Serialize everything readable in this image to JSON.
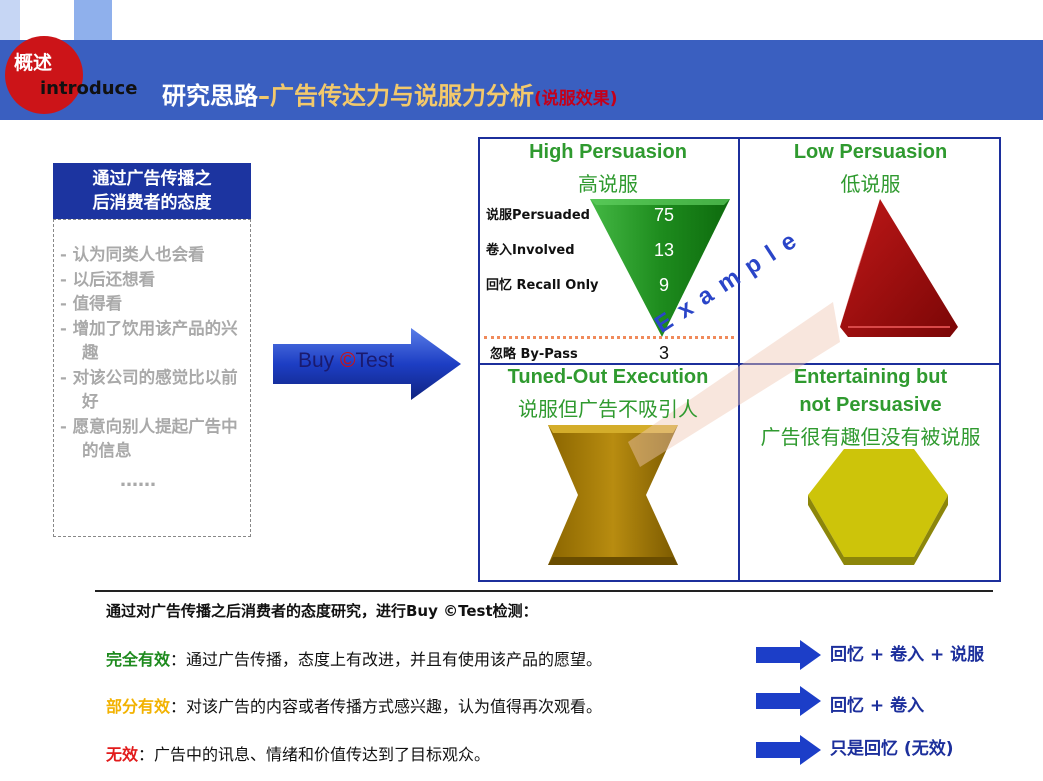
{
  "header": {
    "badge_zh": "概述",
    "badge_en": "introduce",
    "title_part1": "研究思路",
    "title_part2": "–广告传达力与说服力分析",
    "title_part3": "(说服效果)"
  },
  "left_panel": {
    "title_line1": "通过广告传播之",
    "title_line2": "后消费者的态度",
    "items": [
      "- 认为同类人也会看",
      "- 以后还想看",
      "- 值得看",
      "- 增加了饮用该产品的兴趣",
      "- 对该公司的感觉比以前好",
      "- 愿意向别人提起广告中的信息"
    ],
    "ellipsis": "……"
  },
  "arrow": {
    "label_pre": "Buy ",
    "label_copy": "©",
    "label_post": "Test"
  },
  "quadrants": {
    "high": {
      "en": "High Persuasion",
      "zh": "高说服"
    },
    "low": {
      "en": "Low Persuasion",
      "zh": "低说服"
    },
    "tuned": {
      "en": "Tuned-Out Execution",
      "zh": "说服但广告不吸引人"
    },
    "entertain": {
      "en_line1": "Entertaining but",
      "en_line2": "not Persuasive",
      "zh": "广告很有趣但没有被说服"
    }
  },
  "levels": [
    {
      "label": "说服Persuaded",
      "value": "75"
    },
    {
      "label": "卷入Involved",
      "value": "13"
    },
    {
      "label": "回忆 Recall Only",
      "value": "9"
    },
    {
      "label": "忽略 By-Pass",
      "value": "3"
    }
  ],
  "watermark": "E x a m p l e",
  "bottom": {
    "heading": "通过对广告传播之后消费者的态度研究，进行Buy ©Test检测：",
    "rows": [
      {
        "label": "完全有效",
        "sep": "：",
        "text": "通过广告传播，态度上有改进，并且有使用该产品的愿望。",
        "result": "回忆 + 卷入 + 说服"
      },
      {
        "label": "部分有效",
        "sep": "：",
        "text": "对该广告的内容或者传播方式感兴趣，认为值得再次观看。",
        "result": "回忆 + 卷入"
      },
      {
        "label": "无效",
        "sep": "：",
        "text": "广告中的讯息、情绪和价值传达到了目标观众。",
        "result": "只是回忆 (无效)"
      }
    ]
  },
  "colors": {
    "header_blue": "#3a5fc0",
    "badge_red": "#cc1418",
    "grid_blue": "#1c2f9c",
    "quadrant_green": "#2f9a2f",
    "triangle_green": "#1e8c1e",
    "pyramid_red": "#a20a0a",
    "hourglass_gold": "#a67c00",
    "hexagon_yellow": "#cdc40a"
  }
}
